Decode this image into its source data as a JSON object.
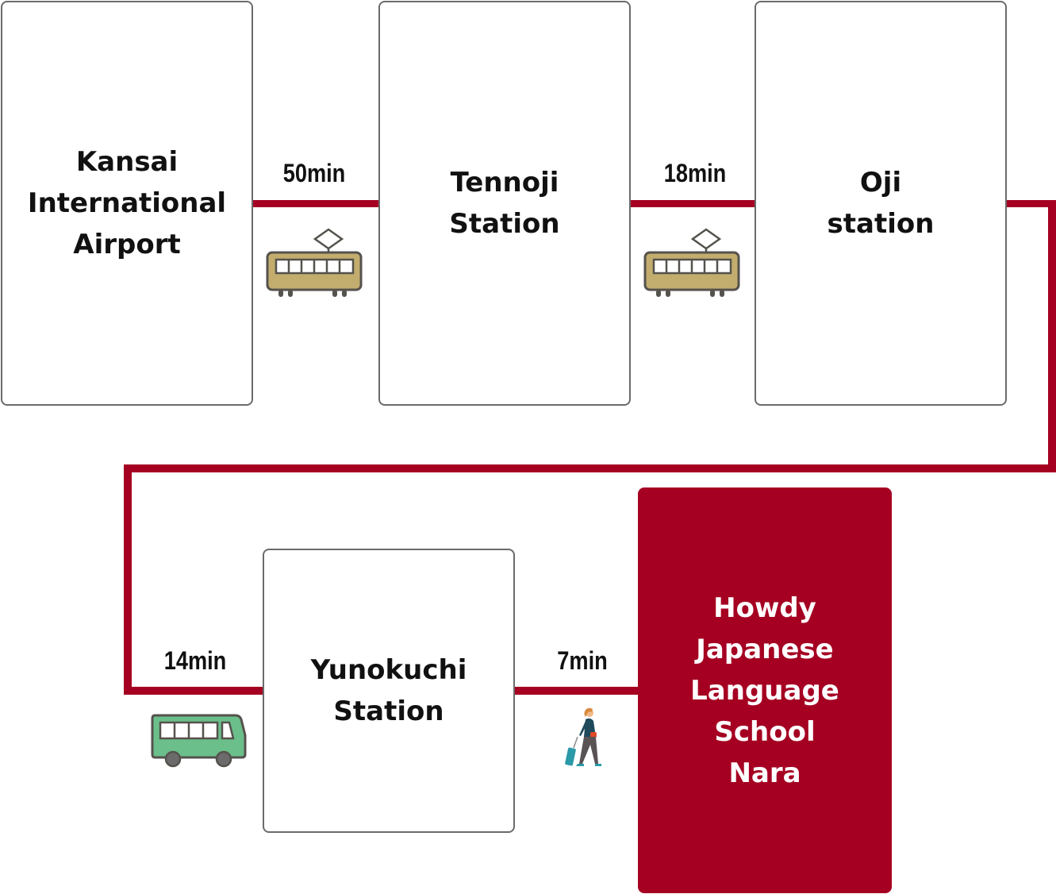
{
  "stations": [
    {
      "name": "Kansai\nInternational\nAirport"
    },
    {
      "name": "Tennoji\nStation"
    },
    {
      "name": "Oji\nstation"
    },
    {
      "name": "Yunokuchi\nStation"
    },
    {
      "name": "Howdy\nJapanese\nLanguage\nSchool\nNara"
    }
  ],
  "legs": [
    {
      "duration": "50min",
      "mode": "train-icon"
    },
    {
      "duration": "18min",
      "mode": "train-icon"
    },
    {
      "duration": "14min",
      "mode": "bus-icon"
    },
    {
      "duration": "7min",
      "mode": "walking-traveler-icon"
    }
  ],
  "colors": {
    "route_line": "#a50022",
    "destination_box": "#a50022",
    "train": "#c2ad6e",
    "bus": "#6bbf8a",
    "outline": "#55524d"
  }
}
